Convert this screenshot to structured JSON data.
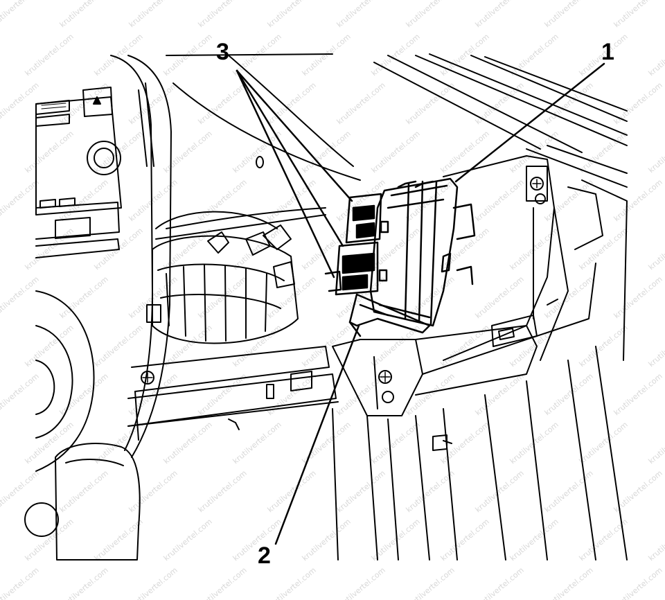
{
  "diagram": {
    "watermark": "krutilvertel.com",
    "callouts": [
      {
        "id": "1",
        "label": "1"
      },
      {
        "id": "2",
        "label": "2"
      },
      {
        "id": "3",
        "label": "3"
      }
    ]
  }
}
